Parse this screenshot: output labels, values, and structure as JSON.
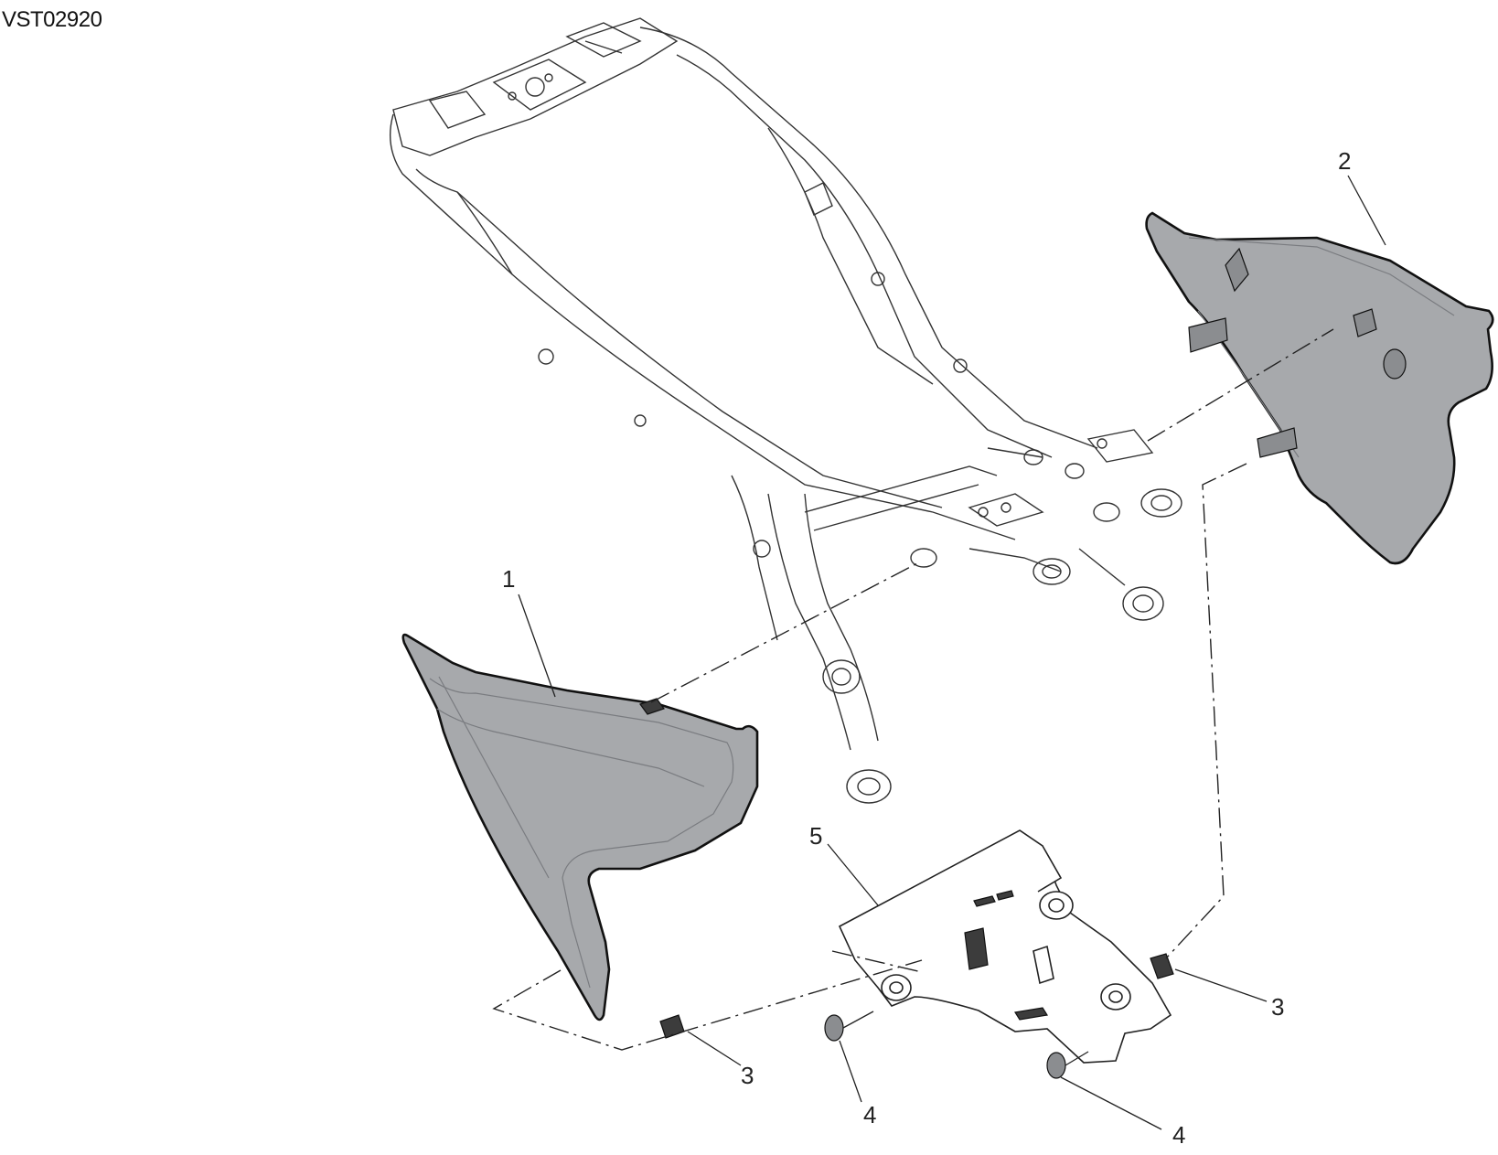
{
  "drawing_code": "VST02920",
  "callouts": [
    {
      "id": "1",
      "text": "1"
    },
    {
      "id": "2",
      "text": "2"
    },
    {
      "id": "3a",
      "text": "3"
    },
    {
      "id": "3b",
      "text": "3"
    },
    {
      "id": "4a",
      "text": "4"
    },
    {
      "id": "4b",
      "text": "4"
    },
    {
      "id": "5",
      "text": "5"
    }
  ],
  "colors": {
    "panel": "#a7a9ac",
    "outline": "#111111",
    "background": "#ffffff"
  }
}
